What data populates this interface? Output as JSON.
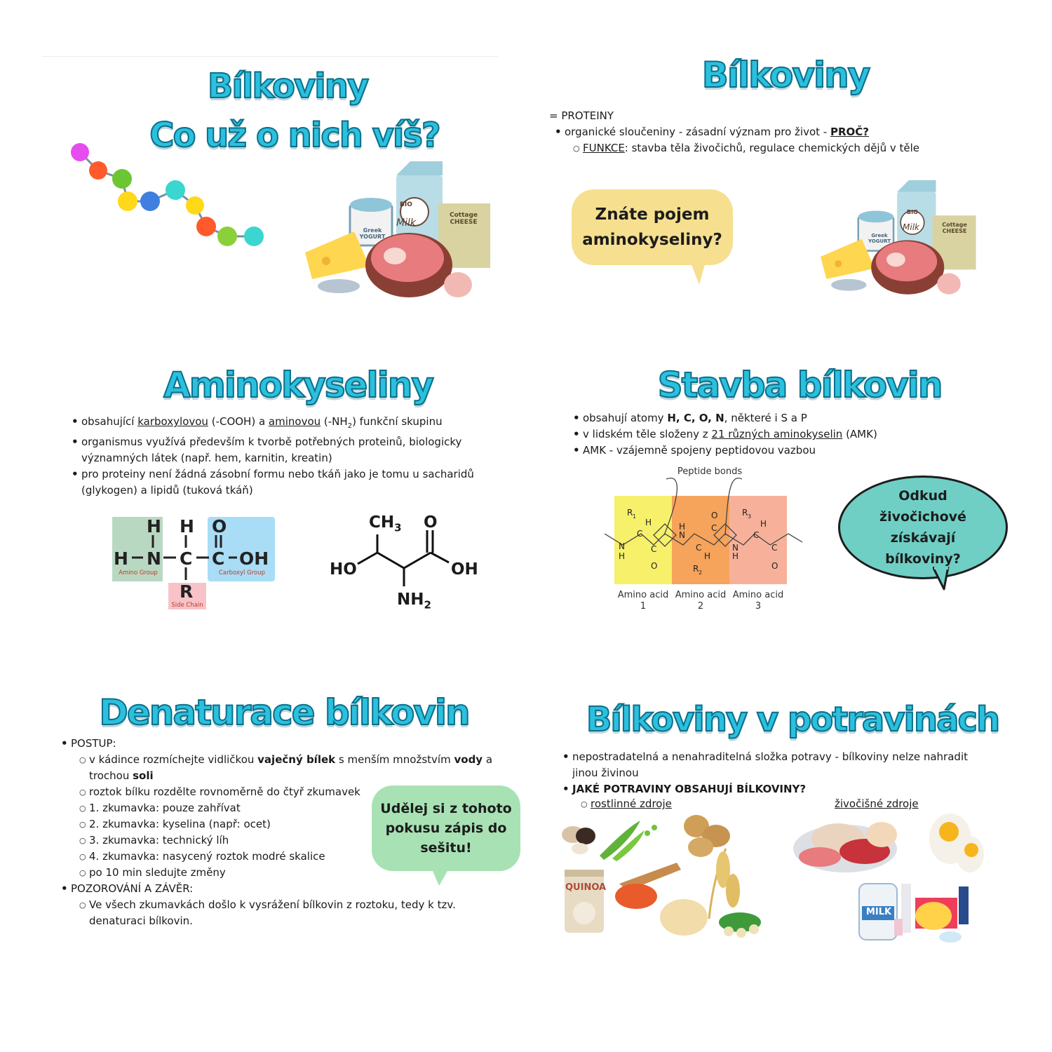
{
  "slide1": {
    "title_line1": "Bílkoviny",
    "title_line2": "Co už o nich víš?",
    "yogurt_label": "Greek YOGURT",
    "milk_label": "Milk",
    "bio_label": "BIO",
    "cheese_label": "Cottage CHEESE"
  },
  "slide2": {
    "title": "Bílkoviny",
    "line1": "= PROTEINY",
    "line2_text": "organické sloučeniny - zásadní význam pro život - ",
    "line2_emph": "PROČ?",
    "line3_emph": "FUNKCE",
    "line3_text": ": stavba těla živočichů, regulace chemických dějů v těle",
    "bubble": "Znáte pojem aminokyseliny?",
    "yogurt_label": "Greek YOGURT",
    "milk_label": "Milk",
    "bio_label": "BIO",
    "cheese_label": "Cottage CHEESE"
  },
  "slide3": {
    "title": "Aminokyseliny",
    "b1_pre": "obsahující ",
    "b1_u1": "karboxylovou",
    "b1_mid": " (-COOH) a ",
    "b1_u2": "aminovou",
    "b1_post1": " (-NH",
    "b1_sub": "2",
    "b1_post2": ") funkční skupinu",
    "b2": "organismus využívá především k tvorbě potřebných proteinů, biologicky významných látek (např. hem, karnitin, kreatin)",
    "b3": "pro proteiny není žádná zásobní formu nebo tkáň jako je tomu u sacharidů (glykogen) a lipidů (tuková tkáň)",
    "amino_group": "Amino Group",
    "carboxyl_group": "Carboxyl Group",
    "side_chain": "Side Chain",
    "skeletal": {
      "ch3": "CH",
      "ch3_sub": "3",
      "o": "O",
      "ho": "HO",
      "oh": "OH",
      "nh2": "NH",
      "nh2_sub": "2"
    }
  },
  "slide4": {
    "title": "Stavba bílkovin",
    "b1_pre": "obsahují atomy ",
    "b1_bold": "H, C, O, N",
    "b1_post": ", některé i S a P",
    "b2_pre": "v lidském těle složeny z ",
    "b2_u": "21 různých aminokyselin",
    "b2_post": " (AMK)",
    "b3": "AMK - vzájemně spojeny peptidovou vazbou",
    "peptide_bonds": "Peptide bonds",
    "amino1": "Amino acid 1",
    "amino2": "Amino acid 2",
    "amino3": "Amino acid 3",
    "bubble": "Odkud živočichové získávají bílkoviny?",
    "colors": {
      "aa1": "#f7f06a",
      "aa2": "#f6a35b",
      "aa3": "#f7b19a"
    }
  },
  "slide5": {
    "title": "Denaturace bílkovin",
    "postup": "POSTUP:",
    "s1_pre": "v kádince rozmíchejte vidličkou ",
    "s1_b1": "vaječný bílek",
    "s1_mid": " s menším množstvím ",
    "s1_b2": "vody",
    "s1_post": " a trochou ",
    "s1_b3": "soli",
    "s2": "roztok bílku rozdělte rovnoměrně do čtyř zkumavek",
    "s3": "1. zkumavka: pouze zahřívat",
    "s4": "2. zkumavka: kyselina (např: ocet)",
    "s5": "3. zkumavka: technický líh",
    "s6": "4. zkumavka: nasycený roztok modré skalice",
    "s7": "po 10 min sledujte změny",
    "zaver": "POZOROVÁNÍ A ZÁVĚR:",
    "z1": "Ve všech zkumavkách došlo k vysrážení bílkovin z roztoku, tedy k tzv. denaturaci bílkovin.",
    "bubble": "Udělej si z tohoto pokusu zápis do sešitu!"
  },
  "slide6": {
    "title": "Bílkoviny v potravinách",
    "b1": "nepostradatelná a nenahraditelná složka potravy - bílkoviny nelze nahradit jinou živinou",
    "b2": "JAKÉ POTRAVINY OBSAHUJÍ BÍLKOVINY?",
    "plant": "rostlinné zdroje",
    "animal": "živočišné zdroje",
    "quinoa": "QUINOA",
    "milk": "MILK"
  }
}
